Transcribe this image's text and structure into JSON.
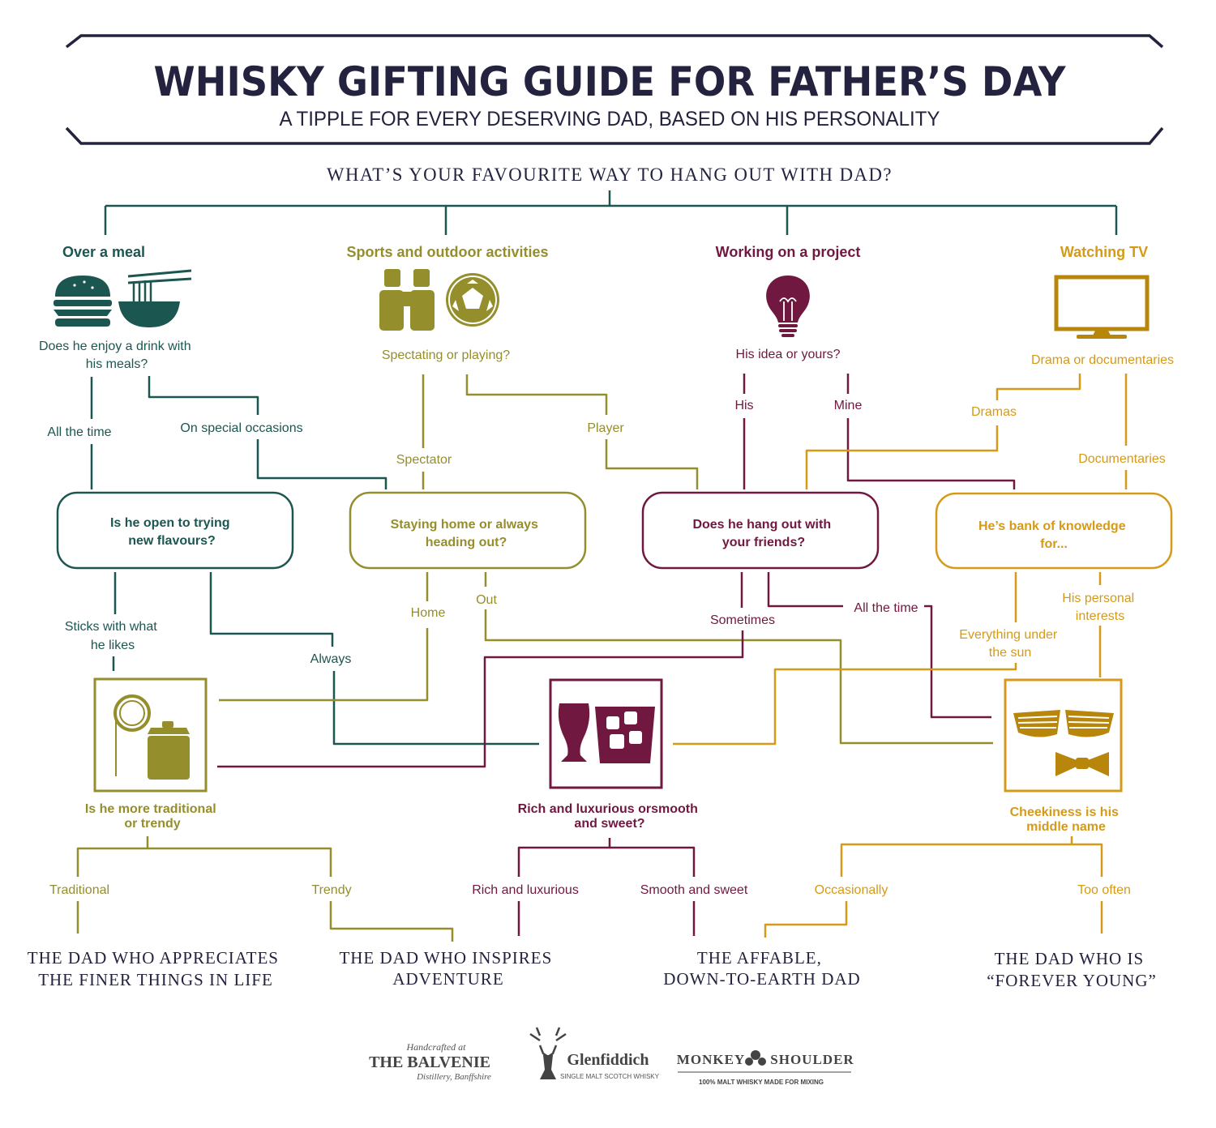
{
  "colors": {
    "navy": "#23233f",
    "teal": "#1c5651",
    "olive": "#958e2c",
    "plum": "#70183f",
    "gold": "#d59a18",
    "gray": "#555555"
  },
  "header": {
    "title": "WHISKY GIFTING GUIDE FOR FATHER’S DAY",
    "subtitle": "A TIPPLE FOR EVERY DESERVING DAD, BASED ON HIS PERSONALITY"
  },
  "question": "WHAT’S YOUR FAVOURITE WAY TO HANG OUT WITH DAD?",
  "categories": {
    "meal": {
      "title": "Over a meal",
      "question_l1": "Does he enjoy a drink with",
      "question_l2": "his meals?",
      "icons": [
        "burger-icon",
        "noodle-bowl-icon"
      ]
    },
    "sports": {
      "title": "Sports and outdoor activities",
      "question": "Spectating or playing?",
      "icons": [
        "binoculars-icon",
        "football-icon"
      ]
    },
    "project": {
      "title": "Working on a project",
      "question": "His idea or yours?",
      "icons": [
        "lightbulb-icon"
      ]
    },
    "tv": {
      "title": "Watching TV",
      "question": "Drama or documentaries",
      "icons": [
        "tv-icon"
      ]
    }
  },
  "labels": {
    "all_the_time_1": "All the time",
    "special_occasions": "On special occasions",
    "spectator": "Spectator",
    "player": "Player",
    "his": "His",
    "mine": "Mine",
    "dramas": "Dramas",
    "documentaries": "Documentaries",
    "sticks_l1": "Sticks with what",
    "sticks_l2": "he likes",
    "always": "Always",
    "home": "Home",
    "out": "Out",
    "sometimes": "Sometimes",
    "all_the_time_2": "All the time",
    "everything_l1": "Everything under",
    "everything_l2": "the sun",
    "personal_l1": "His personal",
    "personal_l2": "interests",
    "traditional": "Traditional",
    "trendy": "Trendy",
    "rich": "Rich and luxurious",
    "smooth": "Smooth and sweet",
    "occasionally": "Occasionally",
    "too_often": "Too often"
  },
  "boxes": {
    "flavours_l1": "Is he open to trying",
    "flavours_l2": "new flavours?",
    "home_out_l1": "Staying home or always",
    "home_out_l2": "heading out?",
    "friends_l1": "Does he hang out with",
    "friends_l2": "your friends?",
    "knowledge_l1": "He’s  bank of knowledge",
    "knowledge_l2": "for..."
  },
  "icon_boxes": {
    "traditional": {
      "question_l1": "Is he more traditional",
      "question_l2": "or trendy",
      "icons": [
        "monocle-icon",
        "hip-flask-icon"
      ]
    },
    "rich": {
      "question_l1": "Rich and luxurious orsmooth",
      "question_l2": "and sweet?",
      "icons": [
        "whisky-glass-icon",
        "whisky-tumbler-icon"
      ]
    },
    "cheeky": {
      "question_l1": "Cheekiness is his",
      "question_l2": "middle name",
      "icons": [
        "shutter-shades-icon",
        "bow-tie-icon"
      ]
    }
  },
  "results": {
    "finer_l1": "THE DAD WHO APPRECIATES",
    "finer_l2": "THE FINER THINGS IN LIFE",
    "adventure_l1": "THE DAD WHO INSPIRES",
    "adventure_l2": "ADVENTURE",
    "affable_l1": "THE AFFABLE,",
    "affable_l2": "DOWN-TO-EARTH DAD",
    "young_l1": "THE DAD WHO IS",
    "young_l2": "“FOREVER YOUNG”"
  },
  "logos": {
    "balvenie": {
      "top": "Handcrafted at",
      "name": "THE BALVENIE",
      "bottom": "Distillery, Banffshire"
    },
    "glenfiddich": {
      "name": "Glenfiddich",
      "sub": "SINGLE MALT SCOTCH WHISKY"
    },
    "monkey": {
      "name_l": "MONKEY",
      "name_r": "SHOULDER",
      "sub": "100% MALT WHISKY MADE FOR MIXING"
    }
  }
}
